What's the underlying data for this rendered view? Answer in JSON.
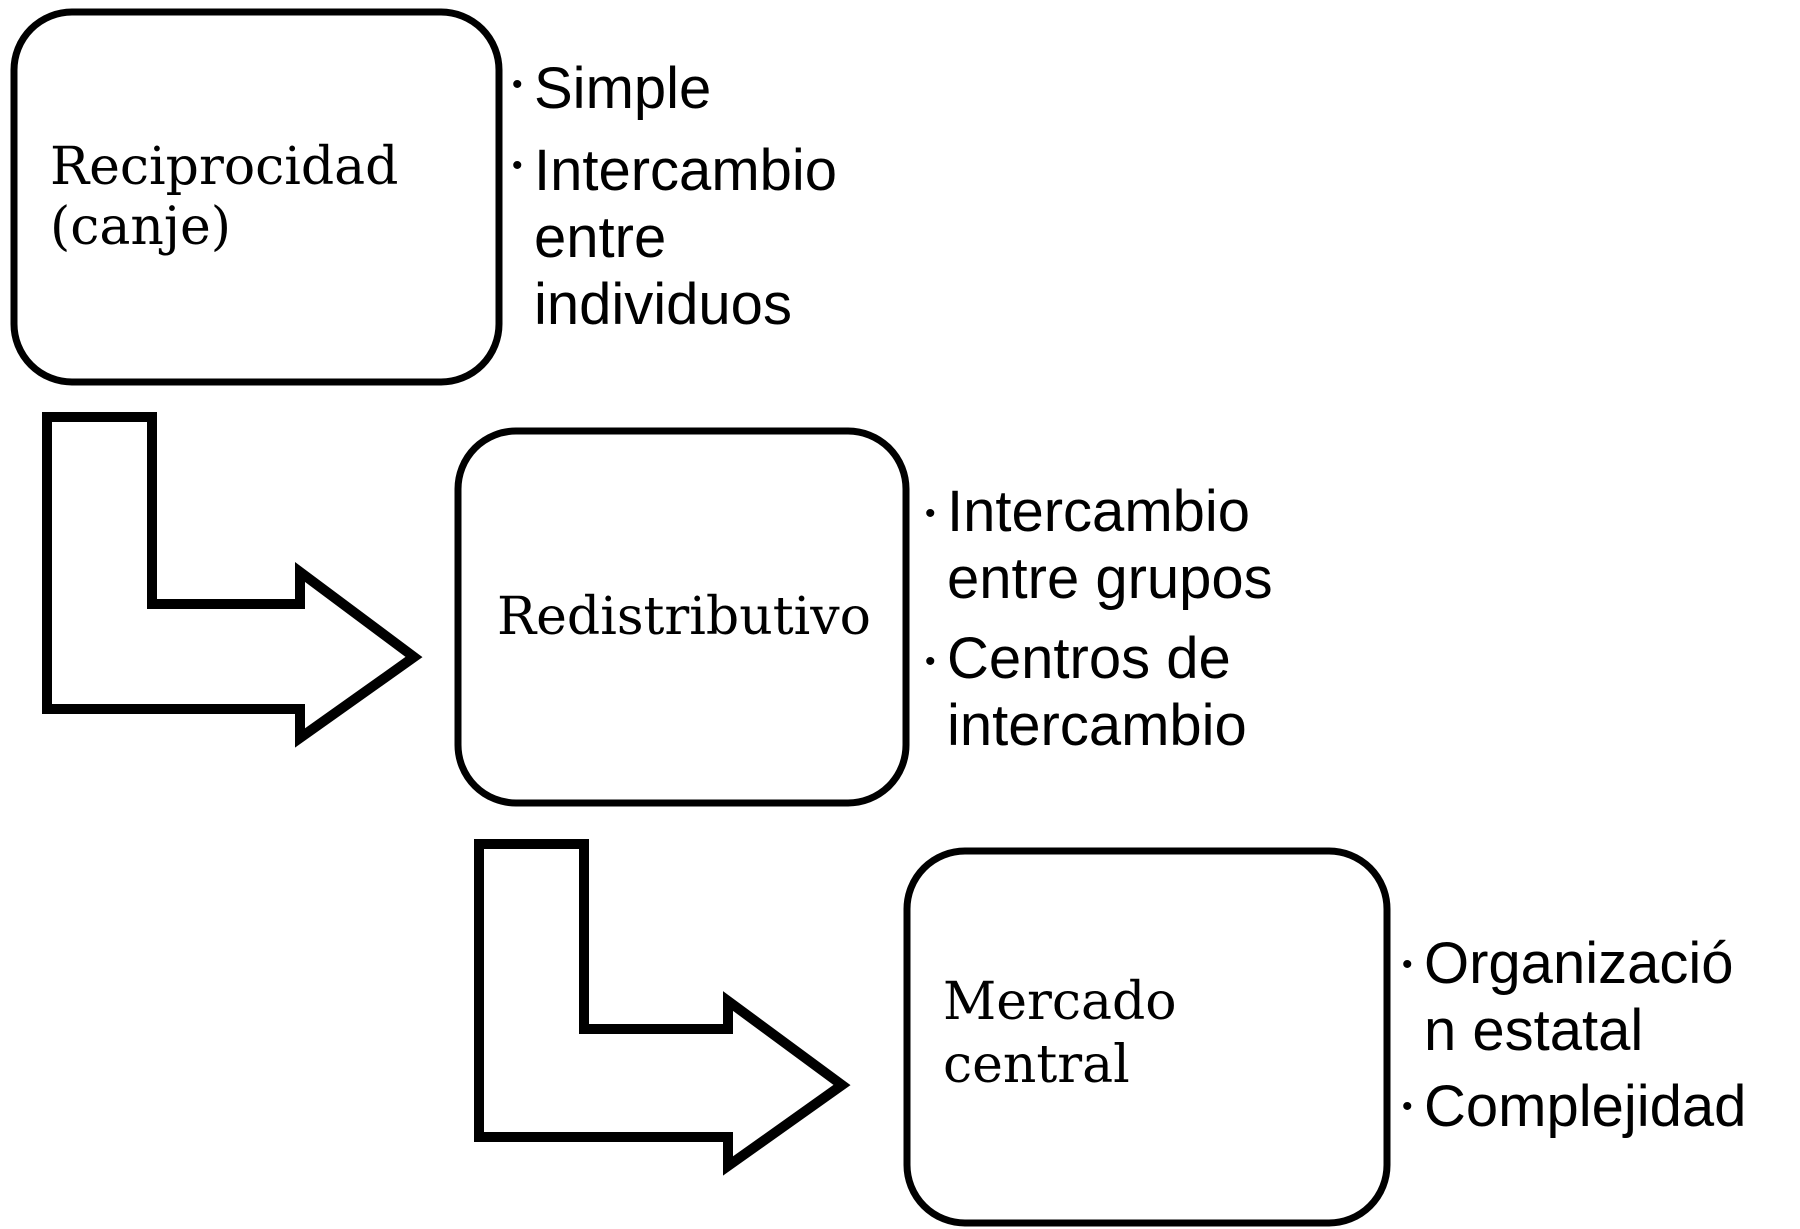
{
  "diagram": {
    "stages": [
      {
        "label_lines": [
          "Reciprocidad",
          "(canje)"
        ],
        "bullets": [
          {
            "lines": [
              "Simple"
            ]
          },
          {
            "lines": [
              "Intercambio",
              "entre",
              "individuos"
            ]
          }
        ]
      },
      {
        "label_lines": [
          "Redistributivo"
        ],
        "bullets": [
          {
            "lines": [
              "Intercambio",
              "entre grupos"
            ]
          },
          {
            "lines": [
              "Centros de",
              "intercambio"
            ]
          }
        ]
      },
      {
        "label_lines": [
          "Mercado",
          "central"
        ],
        "bullets": [
          {
            "lines": [
              "Organizació",
              "n estatal"
            ]
          },
          {
            "lines": [
              "Complejidad"
            ]
          }
        ]
      }
    ],
    "colors": {
      "stroke": "#000000",
      "fill": "#ffffff",
      "text": "#000000"
    }
  }
}
